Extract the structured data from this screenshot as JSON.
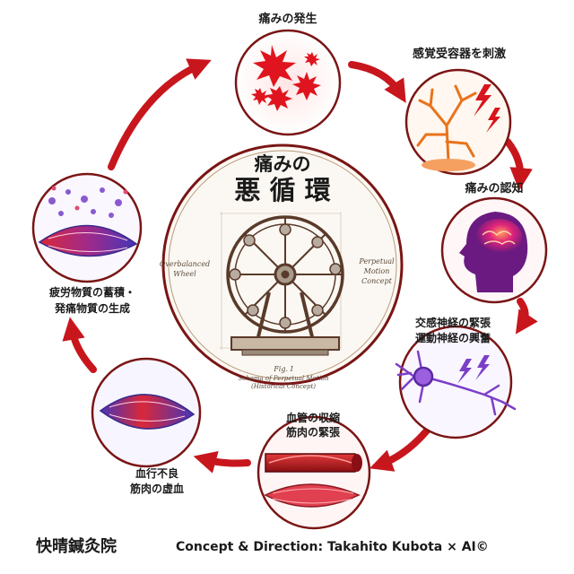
{
  "center": {
    "title_line1": "痛みの",
    "title_line2": "悪 循 環",
    "wheel_left_label_1": "Overbalanced",
    "wheel_left_label_2": "Wheel",
    "wheel_right_label_1": "Perpetual",
    "wheel_right_label_2": "Motion",
    "wheel_right_label_3": "Concept",
    "fig_label": "Fig. I",
    "fig_caption_1": "Schema of Perpetual Motion",
    "fig_caption_2": "(Historical Concept)"
  },
  "nodes": {
    "pain_onset": {
      "label": "痛みの発生",
      "icon": "starburst-icon"
    },
    "receptor": {
      "label": "感覚受容器を刺激",
      "icon": "nerve-receptor-icon"
    },
    "recognition": {
      "label": "痛みの認知",
      "icon": "brain-head-icon"
    },
    "nerve": {
      "label_1": "交感神経の緊張",
      "label_2": "運動神経の興奮",
      "icon": "neuron-icon"
    },
    "vessel": {
      "label_1": "血管の収縮",
      "label_2": "筋肉の緊張",
      "icon": "blood-vessel-icon"
    },
    "ischemia": {
      "label_1": "血行不良",
      "label_2": "筋肉の虚血",
      "icon": "muscle-icon"
    },
    "fatigue": {
      "label_1": "疲労物質の蓄積・",
      "label_2": "発痛物質の生成",
      "icon": "muscle-particles-icon"
    }
  },
  "footer": {
    "clinic_name": "快晴鍼灸院",
    "credit": "Concept & Direction: Takahito Kubota × AI©"
  },
  "colors": {
    "accent_red": "#c8161d",
    "ring_stroke": "#7a1515",
    "muscle_red": "#d9283a",
    "muscle_blue": "#4535b8",
    "nerve_purple": "#7b3fc7",
    "receptor_orange": "#e8731c"
  }
}
